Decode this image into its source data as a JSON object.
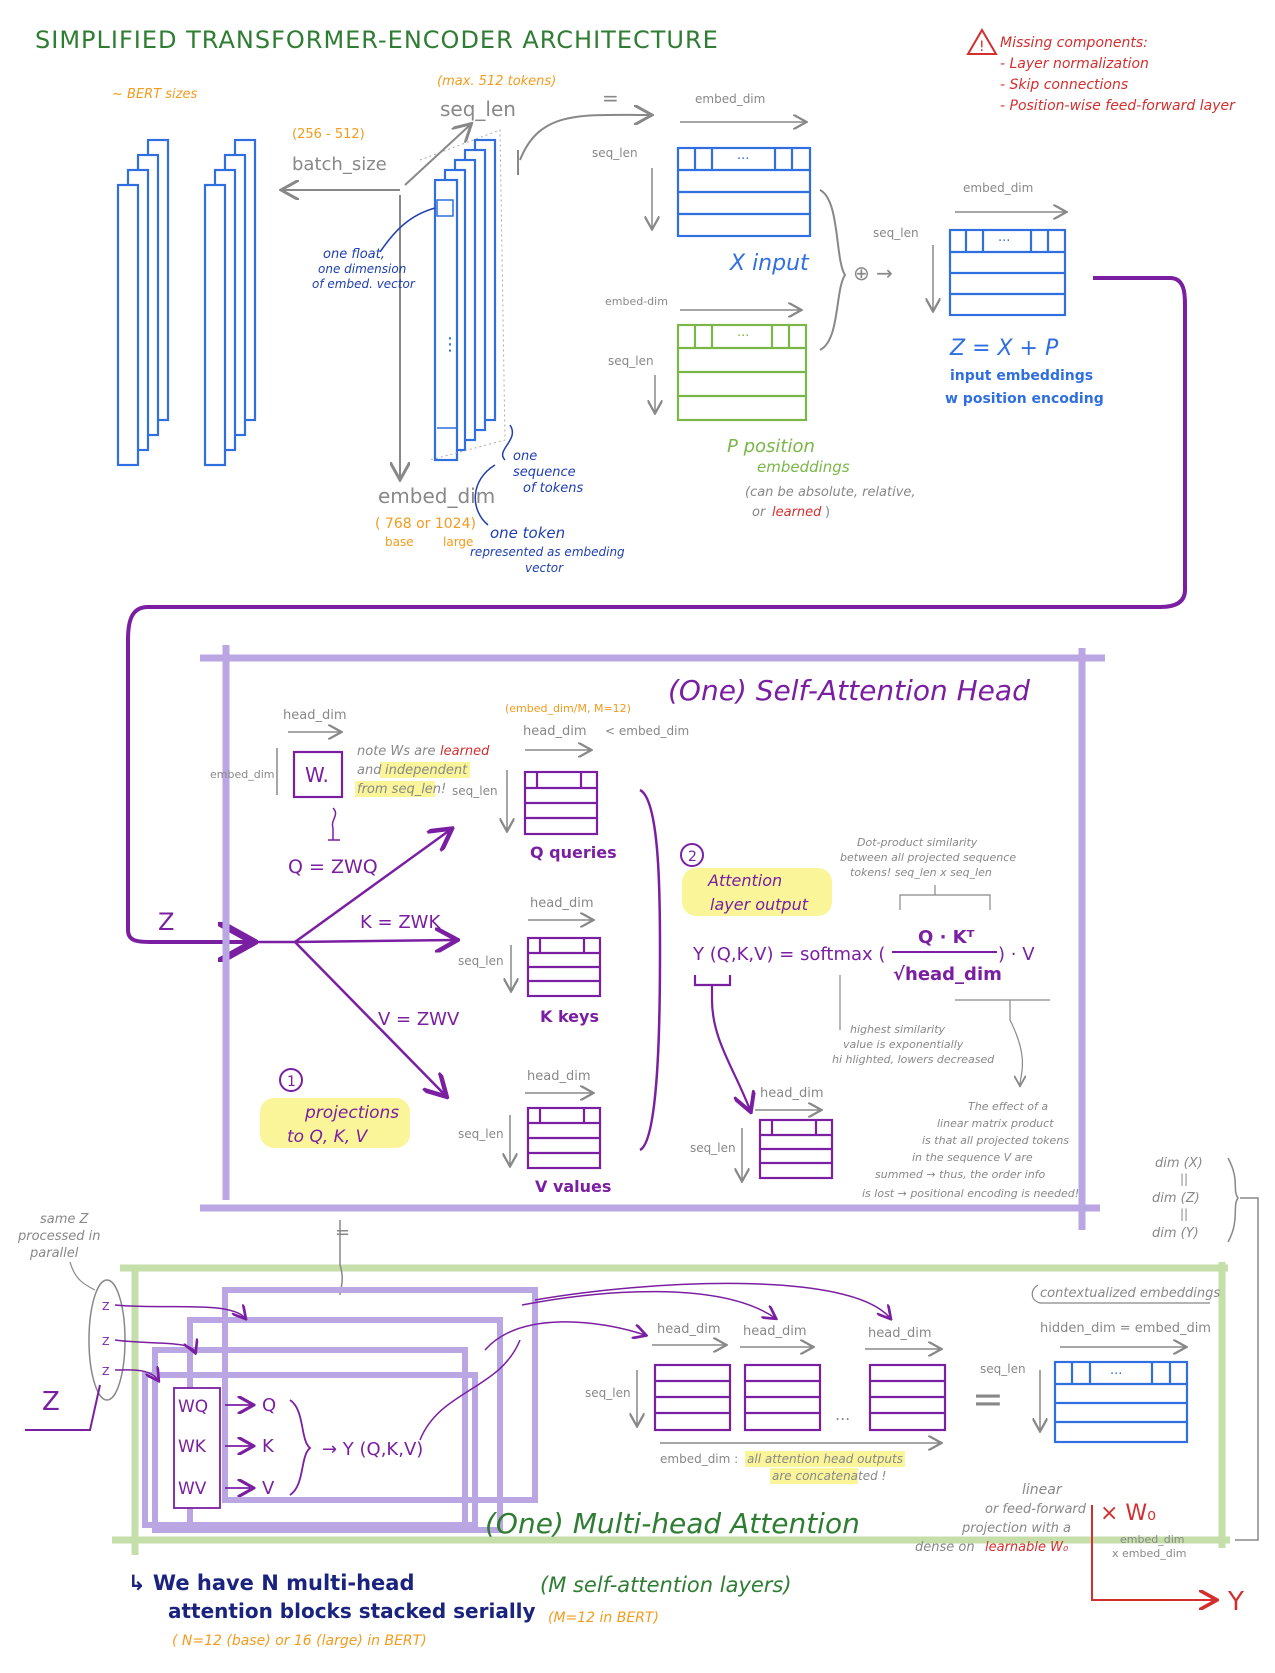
{
  "title": "SIMPLIFIED TRANSFORMER-ENCODER ARCHITECTURE",
  "colors": {
    "title": "#2e7d32",
    "blue": "#2f6fe0",
    "green": "#7ab648",
    "purple": "#7b1fa2",
    "purple_light": "#b9a6e3",
    "orange": "#f29b1d",
    "red": "#d32f2f",
    "gray": "#888888",
    "navy": "#1a237e",
    "highlight": "#fbf59a",
    "light_green": "#c5deaa"
  },
  "missing": {
    "title": "Missing components:",
    "items": [
      "- Layer normalization",
      "- Skip connections",
      "- Position-wise feed-forward layer"
    ]
  },
  "top": {
    "bert_sizes": "~ BERT sizes",
    "max_tokens": "(max. 512 tokens)",
    "seq_len": "seq_len",
    "batch_range": "(256 - 512)",
    "batch_size": "batch_size",
    "one_float": [
      "one float,",
      "one dimension",
      "of embed. vector"
    ],
    "dots": "⋮",
    "one_sequence": [
      "one",
      "sequence",
      "of tokens"
    ],
    "embed_dim": "embed_dim",
    "sizes_a": "( 768 or 1024)",
    "base": "base",
    "large": "large",
    "one_token": [
      "one token",
      "represented as embeding",
      "vector"
    ],
    "equals": "=",
    "embed_dim_small": "embed_dim",
    "embed_dim_small2": "embed-dim",
    "seq_len_small": "seq_len",
    "x_input": "X input",
    "p_label": "P position",
    "p_embeddings": "embeddings",
    "p_note1": "(can be absolute, relative,",
    "p_note2a": "or",
    "p_note2b": "learned",
    "p_note2c": ")",
    "plus": "⊕ →",
    "z_formula": "Z = X + P",
    "z_desc1": "input embeddings",
    "z_desc2": "w position encoding",
    "cell_dots": "···"
  },
  "self_attention": {
    "title": "(One) Self-Attention Head",
    "head_dim": "head_dim",
    "embed_dim": "embed_dim",
    "w_label": "W.",
    "note1a": "note Ws are",
    "note1b": "learned",
    "note2a": "and",
    "note2b": "independent",
    "note3": "from seq_len!",
    "small_note": "(embed_dim/M, M=12)",
    "lt_embed": "< embed_dim",
    "seq_len": "seq_len",
    "q_formula": "Q = ZWQ",
    "k_formula": "K = ZWK",
    "v_formula": "V = ZWV",
    "z": "Z",
    "q_label": "Q queries",
    "k_label": "K keys",
    "v_label": "V values",
    "step1_num": "1",
    "step1_a": "projections",
    "step1_b": "to Q, K, V",
    "step2_num": "2",
    "step2_a": "Attention",
    "step2_b": "layer output",
    "dot_note": [
      "Dot-product similarity",
      "between all projected sequence",
      "tokens! seq_len x seq_len"
    ],
    "formula_lhs": "Y (Q,K,V) = softmax (",
    "formula_num": "Q · Kᵀ",
    "formula_den": "√head_dim",
    "formula_rhs": ") · V",
    "highest_note": [
      "highest similarity",
      "value is exponentially",
      "hi hlighted, lowers decreased"
    ],
    "effect_note": [
      "The effect of a",
      "linear matrix product",
      "is that all projected tokens",
      "in the sequence V are",
      "summed → thus, the order info",
      "is lost → positional encoding is needed!"
    ]
  },
  "dims": {
    "x": "dim (X)",
    "eq1": "||",
    "z": "dim (Z)",
    "eq2": "||",
    "y": "dim (Y)"
  },
  "multi_head": {
    "same_z": [
      "same Z",
      "processed in",
      "parallel"
    ],
    "z": "Z",
    "zs": [
      "Z",
      "Z",
      "Z"
    ],
    "wq": "WQ",
    "wk": "WK",
    "wv": "WV",
    "q": "Q",
    "k": "K",
    "v": "V",
    "y": "→ Y (Q,K,V)",
    "equal_small": "=",
    "head_dim": "head_dim",
    "seq_len": "seq_len",
    "ellipsis": "...",
    "concat_a": "embed_dim :",
    "concat_b": "all attention head outputs",
    "concat_c": "are concatenated !",
    "contextualized": "contextualized embeddings",
    "hidden_dim": "hidden_dim = embed_dim",
    "big_eq": "=",
    "linear_note": [
      "linear",
      "or feed-forward",
      "projection with a",
      "dense on"
    ],
    "learnable": "learnable W₀",
    "w0": "× W₀",
    "w0_dims": [
      "embed_dim",
      "x embed_dim"
    ],
    "y_label": "Y",
    "title": "(One) Multi-head Attention",
    "m_layers": "(M self-attention layers)",
    "m_value": "(M=12 in BERT)",
    "stack_a": "↳ We have N multi-head",
    "stack_b": "attention blocks stacked serially",
    "stack_c": "( N=12 (base) or 16 (large) in BERT)"
  }
}
